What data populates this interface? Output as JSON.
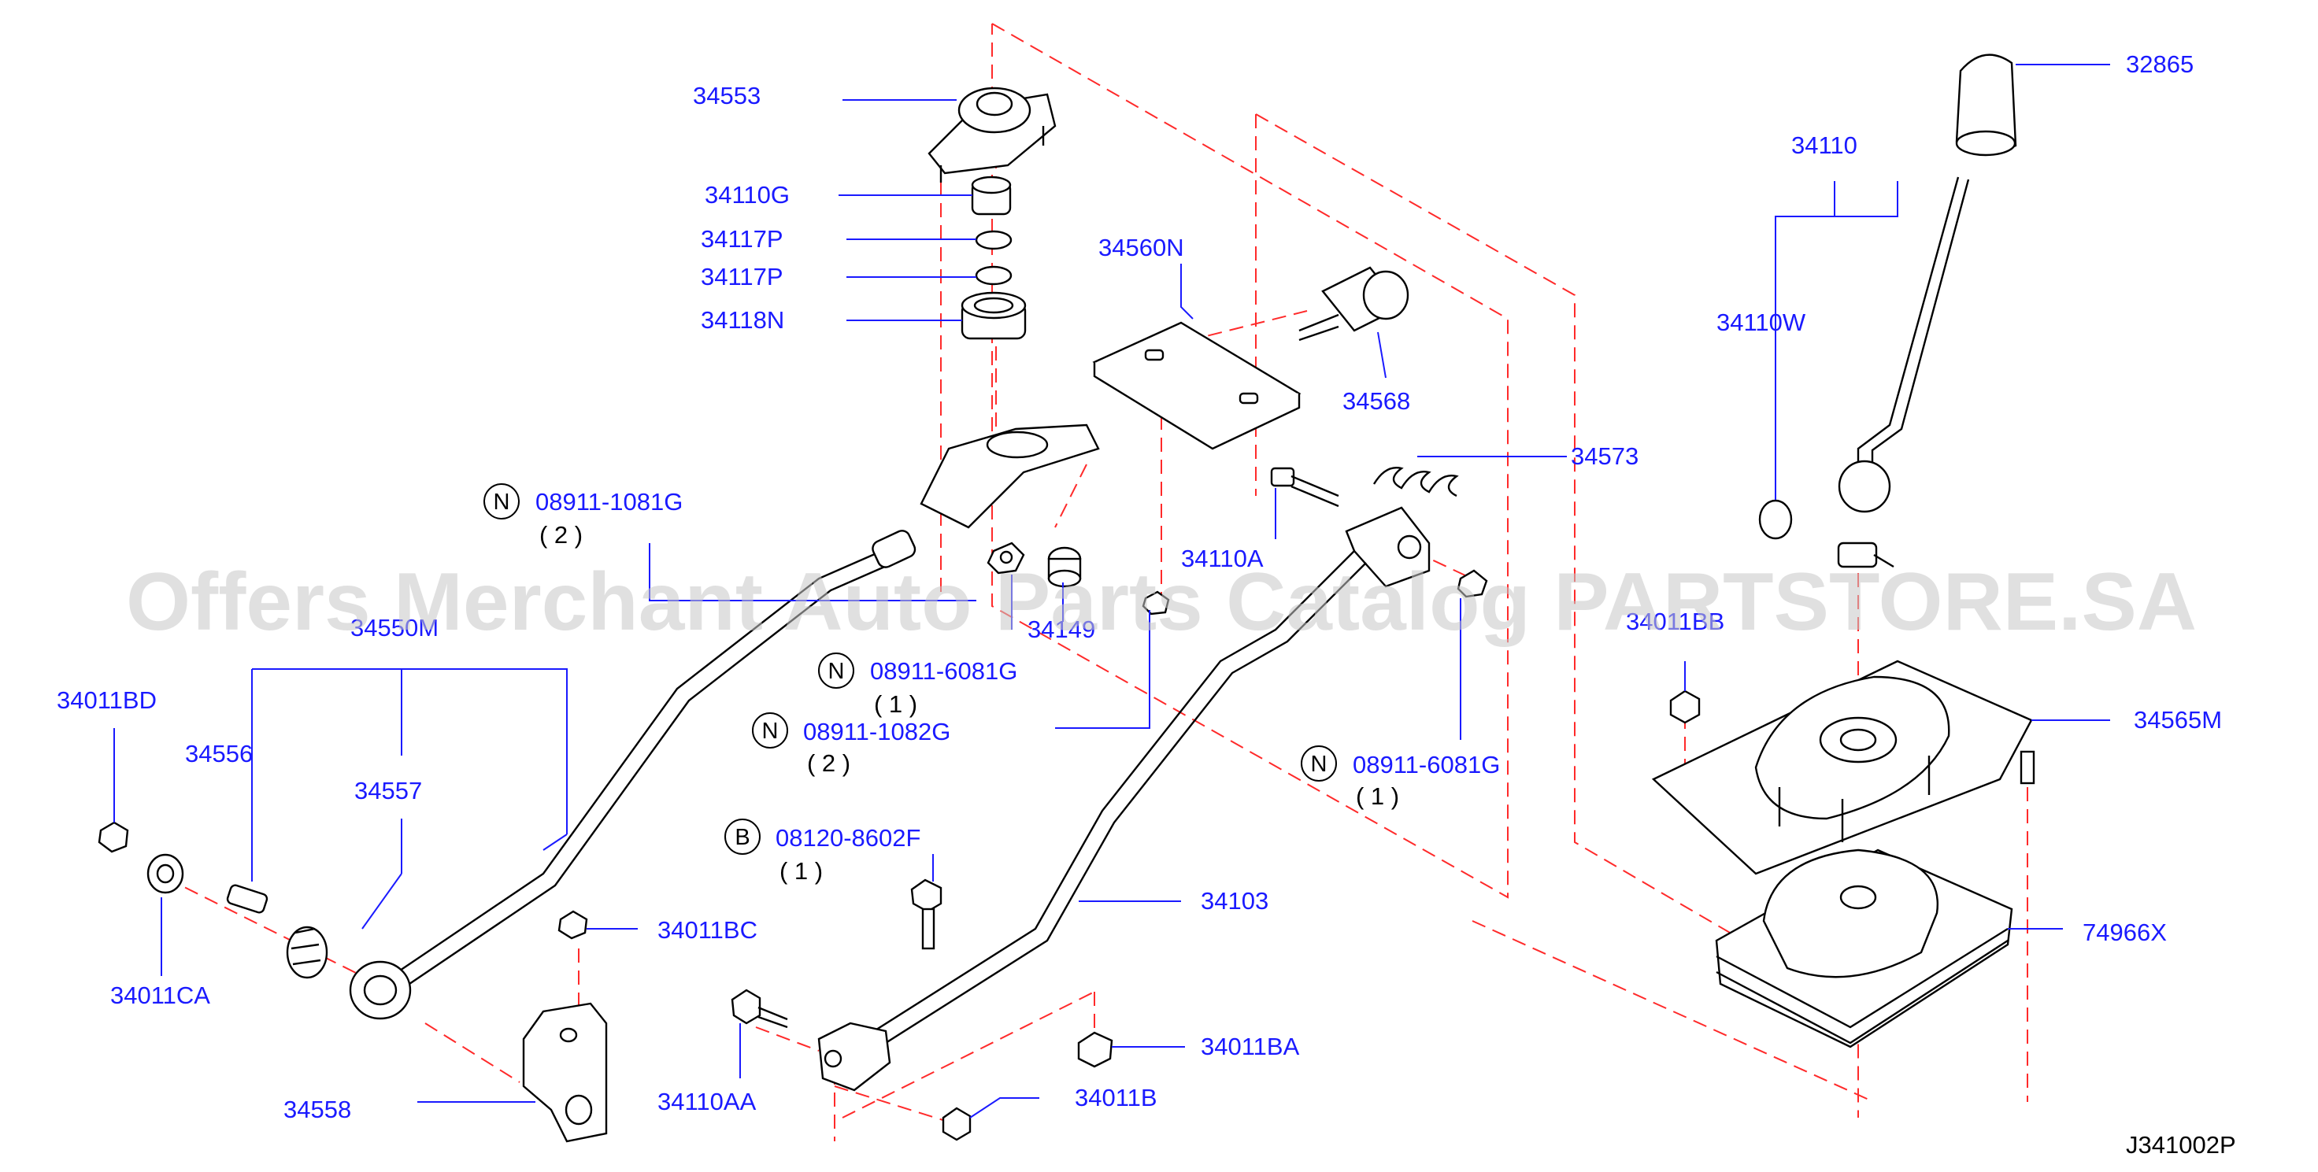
{
  "watermark": "Offers Merchant Auto Parts Catalog PARTSTORE.SA",
  "diagram_code": "J341002P",
  "colors": {
    "label": "#1a1aff",
    "dashed": "#ff2a2a",
    "part": "#000000",
    "watermark": "#c8c8c8"
  },
  "labels": {
    "p34553": "34553",
    "p34110G": "34110G",
    "p34117P_a": "34117P",
    "p34117P_b": "34117P",
    "p34118N": "34118N",
    "p34560N": "34560N",
    "p34568": "34568",
    "p34573": "34573",
    "p34110A": "34110A",
    "p34149": "34149",
    "p34550M": "34550M",
    "p34011BD": "34011BD",
    "p34556": "34556",
    "p34557": "34557",
    "p34011CA": "34011CA",
    "p34011BC": "34011BC",
    "p34558": "34558",
    "p34110AA": "34110AA",
    "p34103": "34103",
    "p34011BA": "34011BA",
    "p34011B": "34011B",
    "p32865": "32865",
    "p34110": "34110",
    "p34110W": "34110W",
    "p34011BB": "34011BB",
    "p34565M": "34565M",
    "p74966X": "74966X"
  },
  "fasteners": [
    {
      "prefix": "N",
      "part": "08911-1081G",
      "qty": "( 2 )"
    },
    {
      "prefix": "N",
      "part": "08911-6081G",
      "qty": "( 1 )"
    },
    {
      "prefix": "N",
      "part": "08911-1082G",
      "qty": "( 2 )"
    },
    {
      "prefix": "N",
      "part": "08911-6081G",
      "qty": "( 1 )"
    },
    {
      "prefix": "B",
      "part": "08120-8602F",
      "qty": "( 1 )"
    }
  ]
}
